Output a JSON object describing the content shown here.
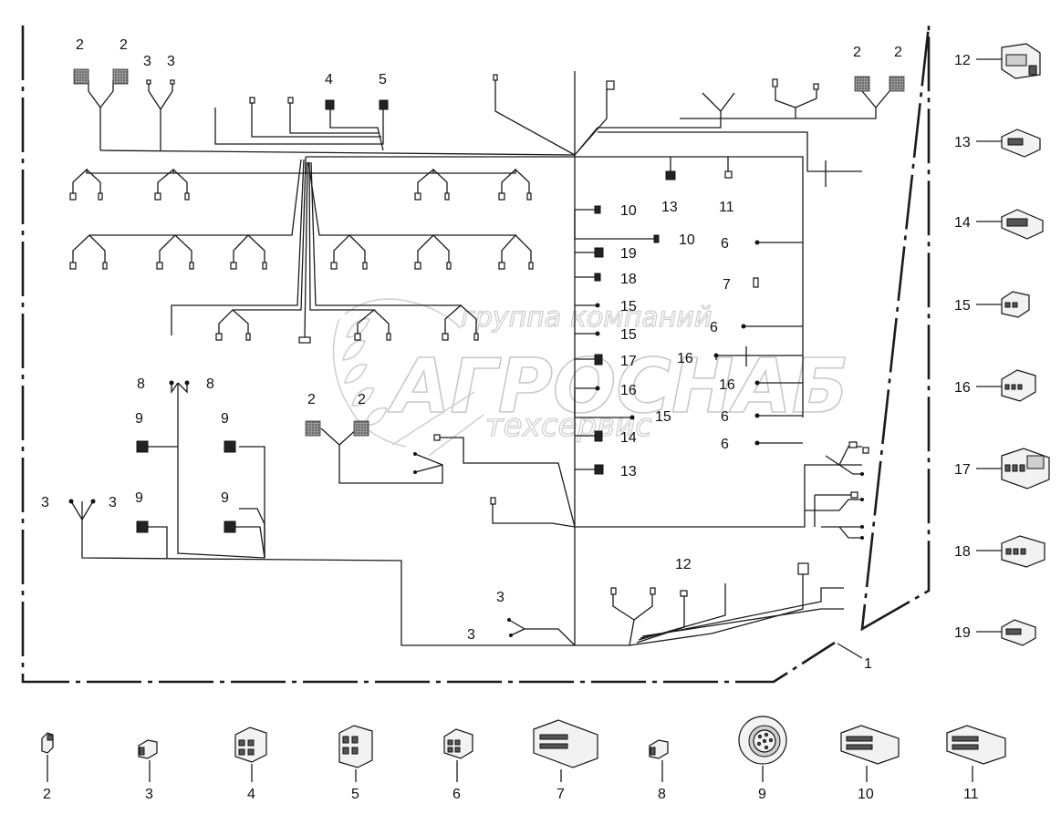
{
  "watermark": {
    "line1": "группа компаний",
    "line2": "АГРОСНАБ",
    "line3": "техсервис"
  },
  "harness_label": "1",
  "callouts": {
    "c2a": "2",
    "c2b": "2",
    "c3a": "3",
    "c3b": "3",
    "c4": "4",
    "c5": "5",
    "c2c": "2",
    "c2d": "2",
    "c13": "13",
    "c11": "11",
    "c10a": "10",
    "c10b": "10",
    "c6a": "6",
    "c7": "7",
    "c19": "19",
    "c18": "18",
    "c15a": "15",
    "c15b": "15",
    "c6b": "6",
    "c17": "17",
    "c16a": "16",
    "c16b": "16",
    "c16c": "16",
    "c15c": "15",
    "c6c": "6",
    "c14": "14",
    "c6d": "6",
    "c13b": "13",
    "c8a": "8",
    "c8b": "8",
    "c9a": "9",
    "c9b": "9",
    "c9c": "9",
    "c9d": "9",
    "c3c": "3",
    "c3d": "3",
    "c2e": "2",
    "c2f": "2",
    "c12": "12",
    "c3e": "3",
    "c3f": "3"
  },
  "legend_right": [
    "12",
    "13",
    "14",
    "15",
    "16",
    "17",
    "18",
    "19"
  ],
  "legend_bottom": [
    "2",
    "3",
    "4",
    "5",
    "6",
    "7",
    "8",
    "9",
    "10",
    "11"
  ]
}
